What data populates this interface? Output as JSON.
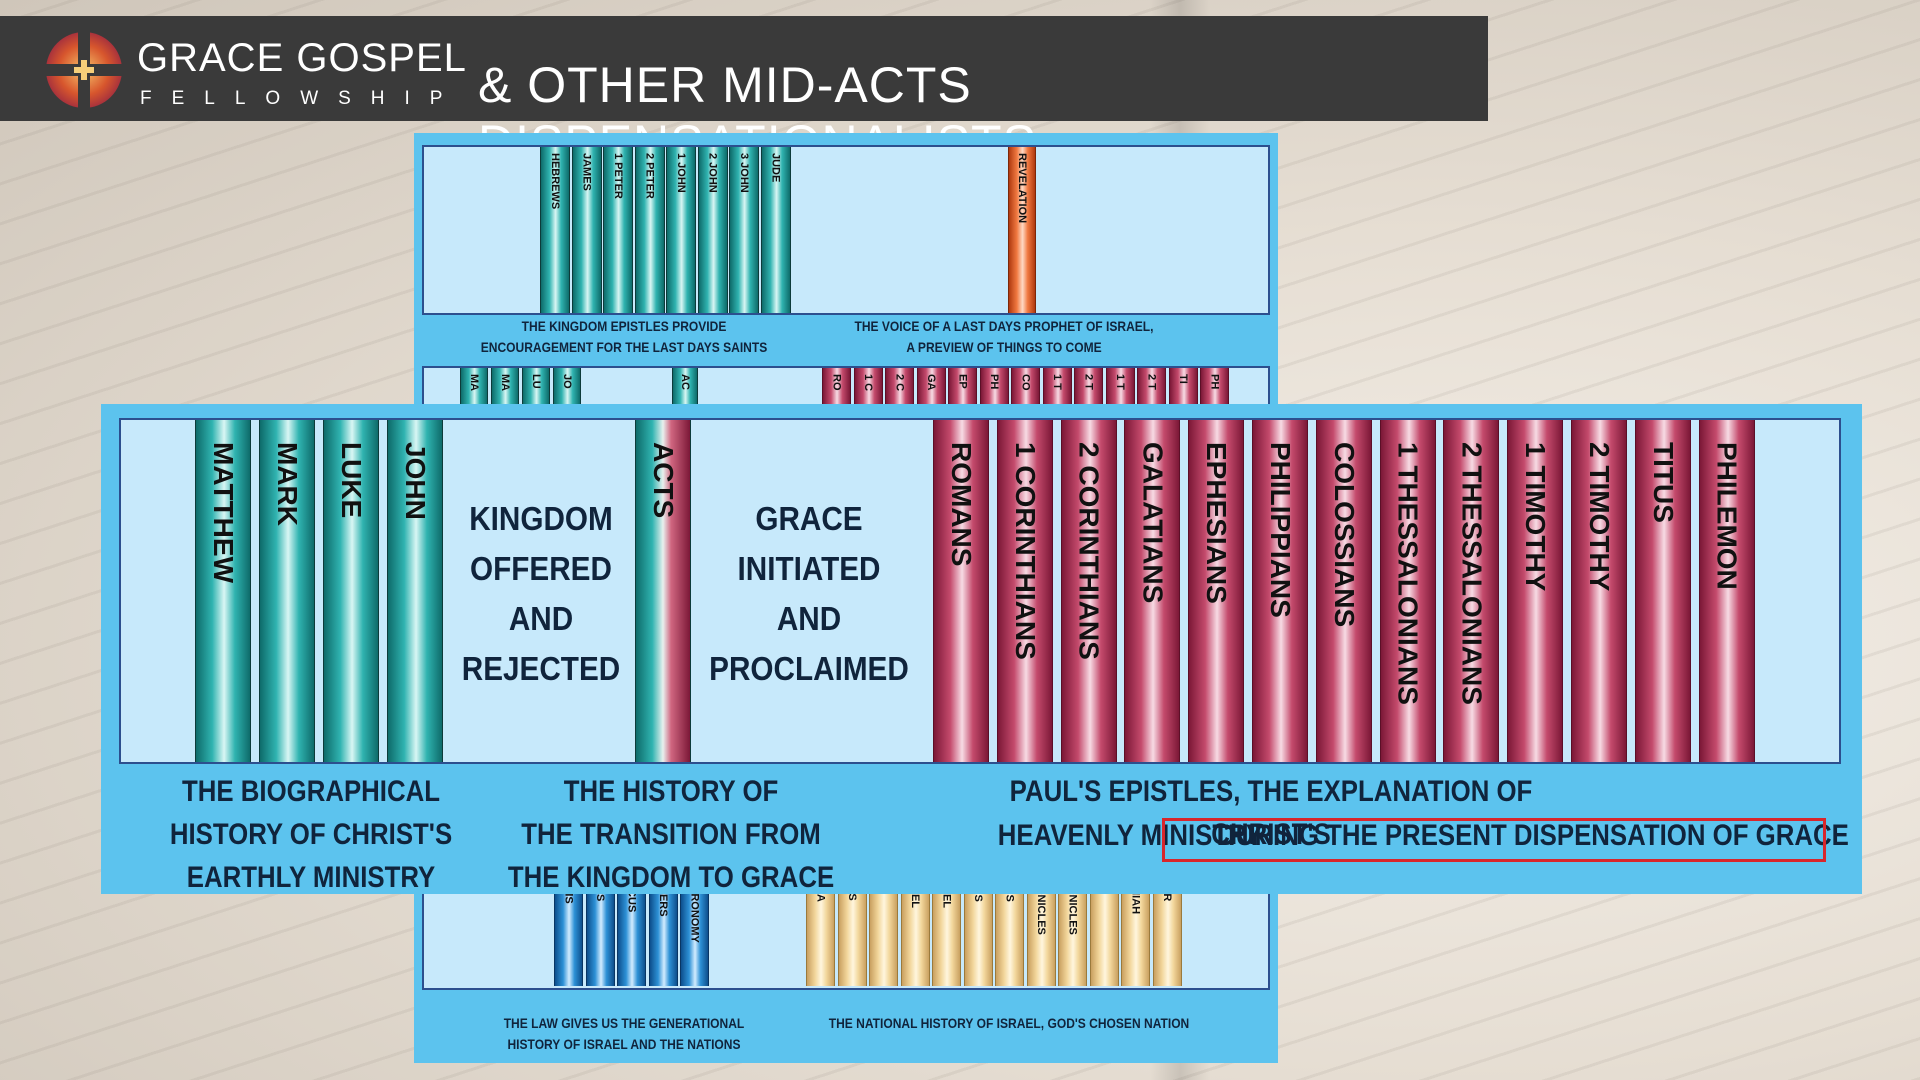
{
  "header": {
    "brand_name": "GRACE GOSPEL",
    "brand_sub": "FELLOWSHIP",
    "title": "& OTHER MID-ACTS DISPENSATIONALISTS"
  },
  "top_panel": {
    "books": [
      "HEBREWS",
      "JAMES",
      "1 PETER",
      "2 PETER",
      "1 JOHN",
      "2 JOHN",
      "3 JOHN",
      "JUDE"
    ],
    "revelation": "REVELATION",
    "caption_left_1": "THE KINGDOM EPISTLES PROVIDE",
    "caption_left_2": "ENCOURAGEMENT FOR THE LAST DAYS SAINTS",
    "caption_right_1": "THE VOICE OF A LAST DAYS PROPHET OF ISRAEL,",
    "caption_right_2": "A PREVIEW OF THINGS TO COME"
  },
  "peek_strip": {
    "gospels": [
      "MA",
      "MA",
      "LU",
      "JO"
    ],
    "acts": "AC",
    "pauline": [
      "RO",
      "1 C",
      "2 C",
      "GA",
      "EP",
      "PH",
      "CO",
      "1 T",
      "2 T",
      "1 T",
      "2 T",
      "TI",
      "PH"
    ]
  },
  "main_panel": {
    "gospels": [
      "MATTHEW",
      "MARK",
      "LUKE",
      "JOHN"
    ],
    "text_kingdom": [
      "KINGDOM",
      "OFFERED",
      "AND",
      "REJECTED"
    ],
    "acts": "ACTS",
    "text_grace": [
      "GRACE",
      "INITIATED",
      "AND",
      "PROCLAIMED"
    ],
    "epistles": [
      "ROMANS",
      "1 CORINTHIANS",
      "2 CORINTHIANS",
      "GALATIANS",
      "EPHESIANS",
      "PHILIPPIANS",
      "COLOSSIANS",
      "1 THESSALONIANS",
      "2 THESSALONIANS",
      "1 TIMOTHY",
      "2 TIMOTHY",
      "TITUS",
      "PHILEMON"
    ],
    "caption_bio": [
      "THE BIOGRAPHICAL",
      "HISTORY OF CHRIST'S",
      "EARTHLY MINISTRY"
    ],
    "caption_history": [
      "THE HISTORY OF",
      "THE TRANSITION FROM",
      "THE KINGDOM TO GRACE"
    ],
    "caption_paul_1": "PAUL'S EPISTLES, THE EXPLANATION OF CHRIST'S",
    "caption_paul_2a": "HEAVENLY MINISTRY",
    "caption_paul_2b": "DURING THE PRESENT DISPENSATION OF GRACE"
  },
  "bottom_panel": {
    "law": [
      "SIS",
      "US",
      "ICUS",
      "BERS",
      "ERONOMY"
    ],
    "history": [
      "UA",
      "ES",
      "",
      "UEL",
      "UEL",
      "GS",
      "GS",
      "ONICLES",
      "ONICLES",
      "",
      "MIAH",
      "ER"
    ],
    "caption_left_1": "THE LAW GIVES US THE GENERATIONAL",
    "caption_left_2": "HISTORY OF ISRAEL AND THE NATIONS",
    "caption_right": "THE NATIONAL HISTORY OF ISRAEL, GOD'S CHOSEN NATION"
  },
  "colors": {
    "header_bg": "#3a3a3a",
    "panel_bg": "#5cc3ee",
    "highlight": "#d8262c",
    "kingdom_books": "#2fb3b0",
    "pauline_books": "#c44a6c"
  }
}
